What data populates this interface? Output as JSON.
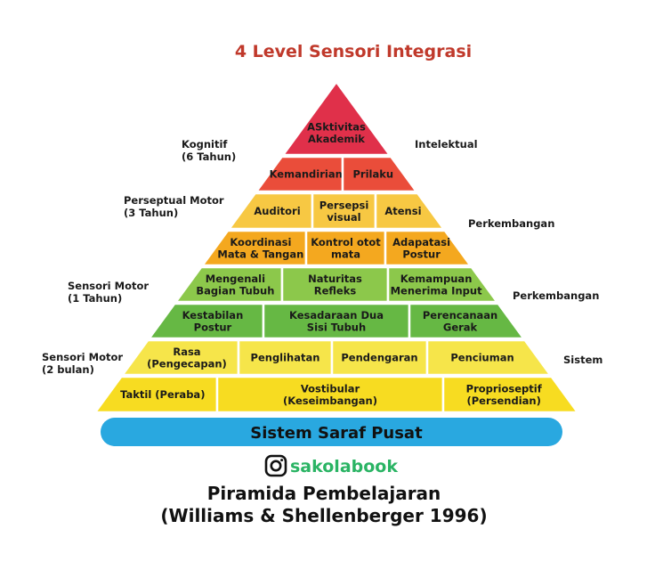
{
  "title": "4 Level Sensori Integrasi",
  "colors": {
    "title": "#c0392b",
    "level4_top": "#e0304a",
    "level4_bottom": "#ea4d3a",
    "level3_top": "#f7c843",
    "level3_bottom": "#f4a81f",
    "level2_top": "#8cc84b",
    "level2_bottom": "#66b844",
    "level1_top": "#f6e54a",
    "level1_bottom": "#f7dc21",
    "base": "#29a8e0",
    "brand": "#2ab464",
    "border": "#ffffff"
  },
  "pyramid": {
    "level4": {
      "top": [
        "ASktivitas\nAkademik"
      ],
      "bottom": [
        "Kemandirian",
        "Prilaku"
      ]
    },
    "level3": {
      "top": [
        "Auditori",
        "Persepsi\nvisual",
        "Atensi"
      ],
      "bottom": [
        "Koordinasi\nMata & Tangan",
        "Kontrol otot\nmata",
        "Adapatasi\nPostur"
      ]
    },
    "level2": {
      "top": [
        "Mengenali\nBagian Tubuh",
        "Naturitas\nRefleks",
        "Kemampuan\nMenerima Input"
      ],
      "bottom": [
        "Kestabilan\nPostur",
        "Kesadaraan Dua\nSisi Tubuh",
        "Perencanaan\nGerak"
      ]
    },
    "level1": {
      "top": [
        "Rasa\n(Pengecapan)",
        "Penglihatan",
        "Pendengaran",
        "Penciuman"
      ],
      "bottom": [
        "Taktil (Peraba)",
        "Vostibular\n(Keseimbangan)",
        "Proprioseptif\n(Persendian)"
      ]
    }
  },
  "left_labels": [
    "Kognitif\n(6 Tahun)",
    "Perseptual Motor\n(3 Tahun)",
    "Sensori Motor\n(1 Tahun)",
    "Sensori Motor\n(2 bulan)"
  ],
  "right_labels": [
    "Intelektual",
    "Perkembangan",
    "Perkembangan",
    "Sistem"
  ],
  "base": "Sistem Saraf Pusat",
  "brand": {
    "icon": "instagram-icon",
    "handle": "sakolabook"
  },
  "caption": [
    "Piramida Pembelajaran",
    "(Williams & Shellenberger 1996)"
  ]
}
